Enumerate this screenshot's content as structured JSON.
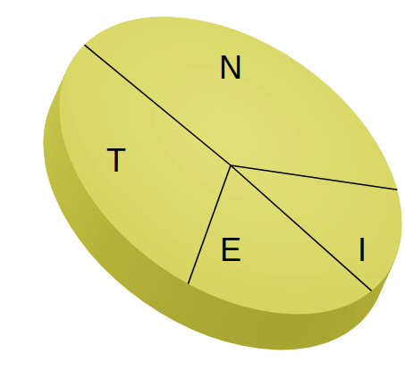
{
  "diagram": {
    "labels": [
      "N",
      "T",
      "E",
      "I"
    ]
  }
}
